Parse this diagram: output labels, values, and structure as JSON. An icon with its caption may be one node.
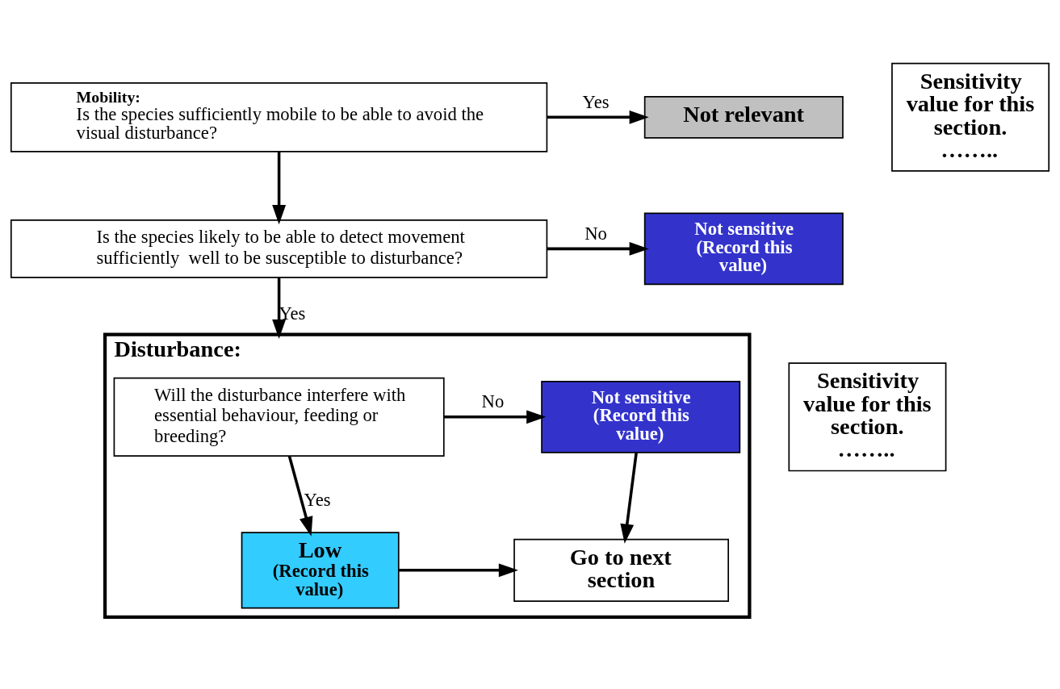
{
  "diagram": {
    "nodes": [
      {
        "text": [
          "Mobility:",
          "Is the species sufficiently mobile to be able to avoid the visual disturbance?"
        ]
      },
      {
        "text": [
          "Not relevant"
        ]
      },
      {
        "text": [
          "Is the species likely to be able to detect movement sufficiently  well to be susceptible to disturbance?"
        ]
      },
      {
        "text": [
          "Not sensitive",
          "(Record this value)"
        ]
      },
      {
        "text": [
          "Disturbance:"
        ]
      },
      {
        "text": [
          "Will the disturbance interfere with essential behaviour, feeding or breeding?"
        ],
        "in": 4
      },
      {
        "text": [
          "Not sensitive",
          "(Record this value)"
        ],
        "in": 4
      },
      {
        "text": [
          "Low",
          "(Record this value)"
        ],
        "in": 4
      },
      {
        "text": [
          "Go to next section"
        ],
        "in": 4
      },
      {
        "text": [
          "Sensitivity value for this section.",
          "…….."
        ]
      },
      {
        "text": [
          "Sensitivity value for this section.",
          "…….."
        ]
      }
    ],
    "edges": [
      {
        "from": 0,
        "to": 1,
        "arrow": "to",
        "label": "Yes"
      },
      {
        "from": 0,
        "to": 2,
        "arrow": "to"
      },
      {
        "from": 2,
        "to": 3,
        "arrow": "to",
        "label": "No"
      },
      {
        "from": 2,
        "to": 4,
        "arrow": "to",
        "label": "Yes"
      },
      {
        "from": 5,
        "to": 6,
        "arrow": "to",
        "label": "No"
      },
      {
        "from": 5,
        "to": 7,
        "arrow": "to",
        "label": "Yes"
      },
      {
        "from": 6,
        "to": 8,
        "arrow": "to"
      },
      {
        "from": 7,
        "to": 8,
        "arrow": "to"
      }
    ]
  }
}
